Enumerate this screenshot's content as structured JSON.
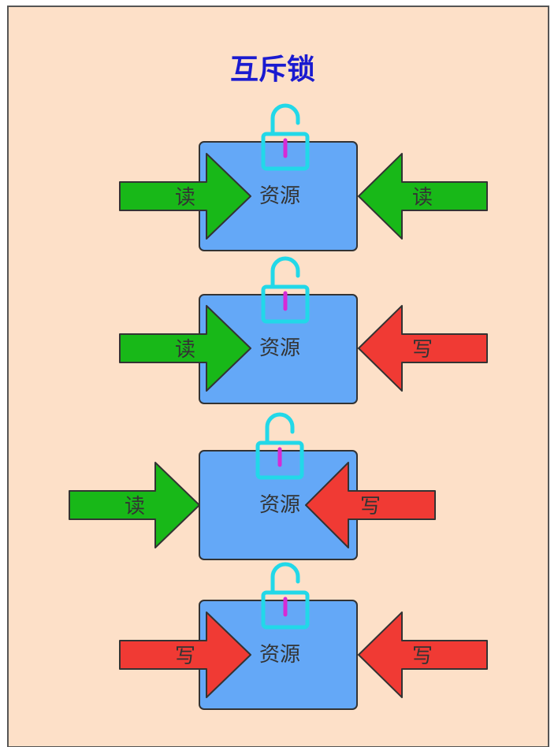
{
  "title": "互斥锁",
  "colors": {
    "background": "#fde0c8",
    "title": "#1a1ad0",
    "resource": "#64a8f7",
    "read": "#18b818",
    "write": "#f03a34",
    "lock": "#22d8e8",
    "keyhole": "#d62ad6"
  },
  "rows": [
    {
      "resource_label": "资源",
      "left": {
        "label": "读",
        "type": "read"
      },
      "right": {
        "label": "读",
        "type": "read"
      }
    },
    {
      "resource_label": "资源",
      "left": {
        "label": "读",
        "type": "read"
      },
      "right": {
        "label": "写",
        "type": "write"
      }
    },
    {
      "resource_label": "资源",
      "left": {
        "label": "读",
        "type": "read"
      },
      "right": {
        "label": "写",
        "type": "write"
      }
    },
    {
      "resource_label": "资源",
      "left": {
        "label": "写",
        "type": "write"
      },
      "right": {
        "label": "写",
        "type": "write"
      }
    }
  ]
}
